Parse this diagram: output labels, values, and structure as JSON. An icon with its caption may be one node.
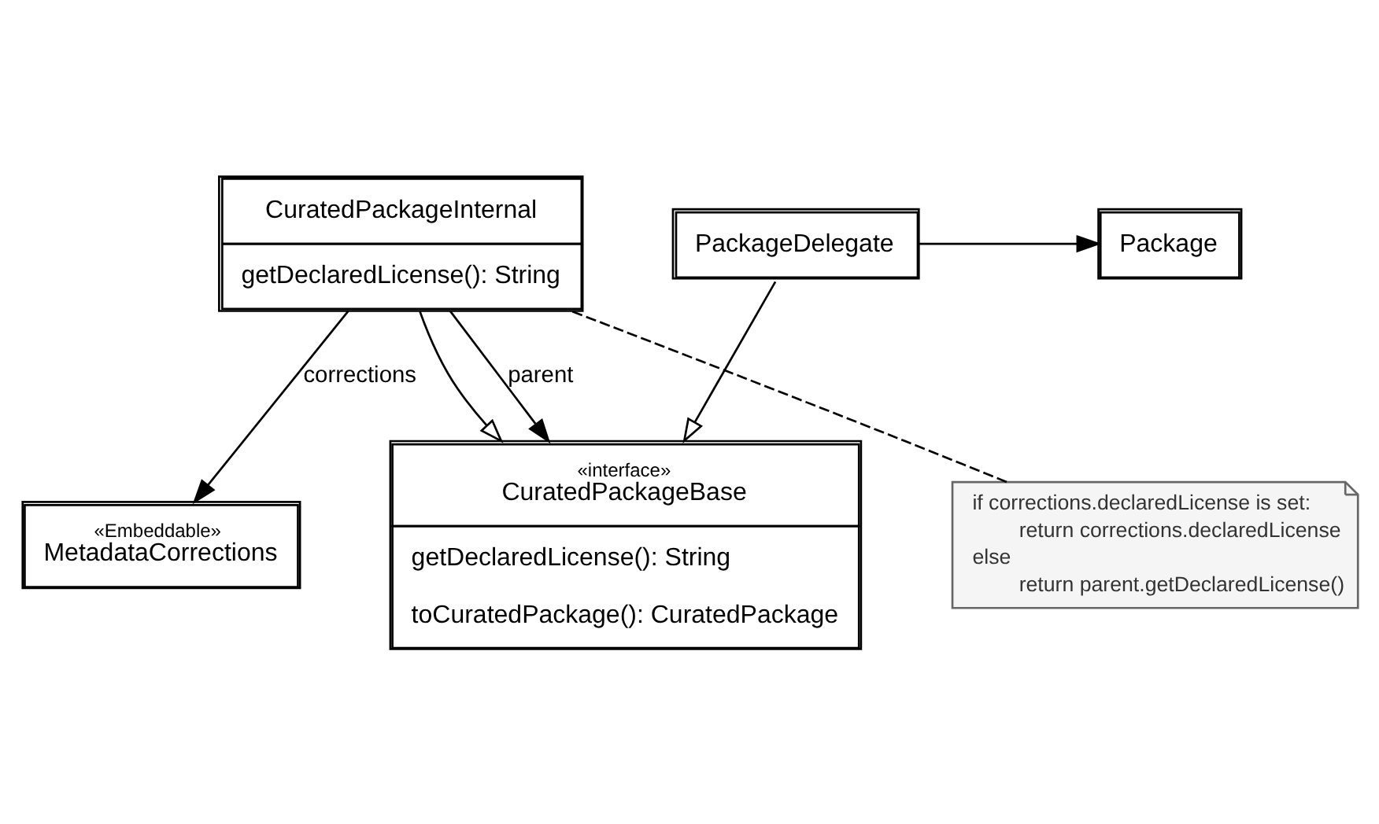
{
  "diagram": {
    "nodes": [
      {
        "text": [
          "«interface»",
          "CuratedPackageBase",
          "getDeclaredLicense(): String",
          "toCuratedPackage(): CuratedPackage"
        ]
      },
      {
        "text": [
          "CuratedPackageInternal",
          "getDeclaredLicense(): String"
        ]
      },
      {
        "text": [
          "PackageDelegate"
        ]
      },
      {
        "text": [
          "Package"
        ]
      },
      {
        "text": [
          "«Embeddable»",
          "MetadataCorrections"
        ]
      },
      {
        "text": [
          "if corrections.declaredLicense is set:",
          "return corrections.declaredLicense",
          "else",
          "return parent.getDeclaredLicense()"
        ]
      }
    ],
    "edges": [
      {
        "from": 1,
        "to": 0,
        "arrow": "to"
      },
      {
        "from": 2,
        "to": 0,
        "arrow": "to"
      },
      {
        "from": 1,
        "to": 0,
        "arrow": "to",
        "label": "parent"
      },
      {
        "from": 2,
        "to": 3,
        "arrow": "to"
      },
      {
        "from": 1,
        "to": 4,
        "arrow": "to",
        "label": "corrections"
      },
      {
        "from": 5,
        "to": 1,
        "arrow": "none",
        "style": "dashed"
      }
    ]
  }
}
